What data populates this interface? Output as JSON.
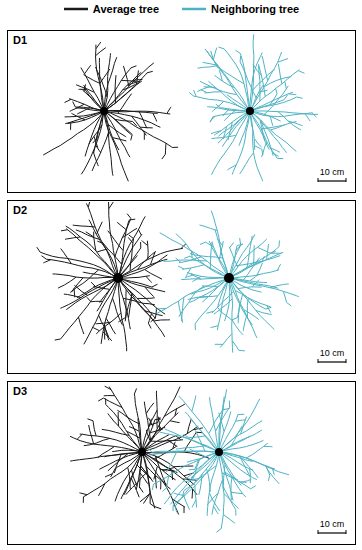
{
  "diagram": {
    "nodes": [
      {
        "text": [
          "D1"
        ]
      },
      {
        "text": [
          "D2"
        ]
      },
      {
        "text": [
          "D3"
        ]
      }
    ],
    "labels": [
      "10 cm",
      "10 cm",
      "10 cm"
    ],
    "legend": [
      {
        "text": "Average tree"
      },
      {
        "text": "Neighboring tree"
      }
    ]
  }
}
